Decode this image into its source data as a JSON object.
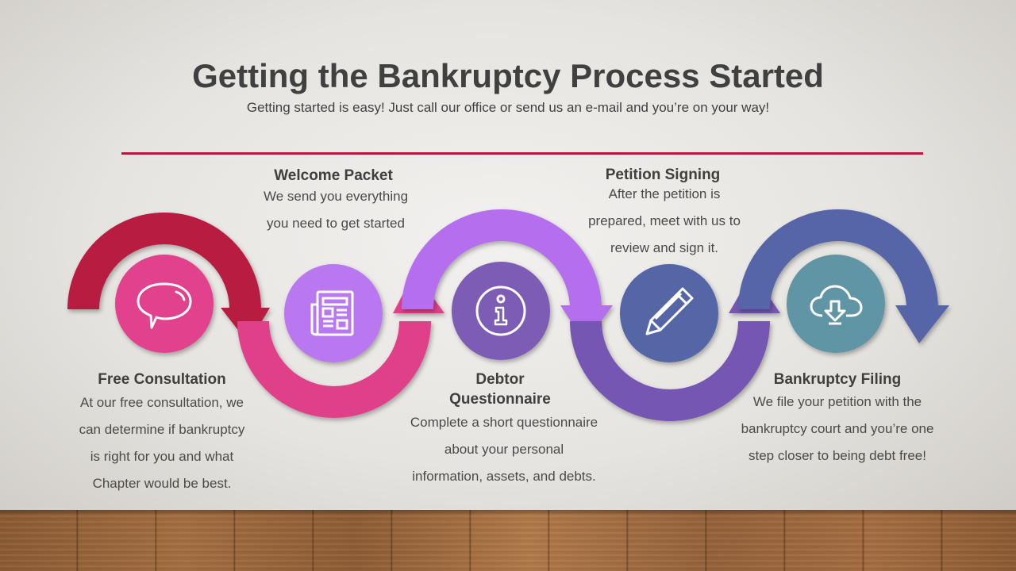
{
  "title": "Getting the Bankruptcy Process Started",
  "subtitle": "Getting started is easy! Just call our office or send us an e-mail and you’re on your way!",
  "colors": {
    "rule": "#b5193f",
    "step1_arrow": "#b81a40",
    "step1_circle": "#e2438d",
    "step2_arrow": "#e0418a",
    "step2_circle": "#b978ef",
    "step3_arrow": "#b56eee",
    "step3_circle": "#7b5cb4",
    "step4_arrow": "#7657b3",
    "step4_circle": "#5466a6",
    "step5_arrow": "#5765a8",
    "step5_circle": "#5f95a4"
  },
  "steps": [
    {
      "icon": "speech-bubble-icon",
      "heading": "Free Consultation",
      "lines": [
        "At our free consultation, we",
        "can determine if bankruptcy",
        "is right for you and what",
        "Chapter would be best."
      ]
    },
    {
      "icon": "newspaper-icon",
      "heading": "Welcome Packet",
      "lines": [
        "We send you everything",
        "you need to get started"
      ]
    },
    {
      "icon": "info-icon",
      "heading_lines": [
        "Debtor",
        "Questionnaire"
      ],
      "lines": [
        "Complete a short questionnaire",
        "about your personal",
        "information, assets, and debts."
      ]
    },
    {
      "icon": "pencil-icon",
      "heading": "Petition Signing",
      "lines": [
        "After the petition is",
        "prepared, meet with us to",
        "review and sign it."
      ]
    },
    {
      "icon": "cloud-download-icon",
      "heading": "Bankruptcy Filing",
      "lines": [
        "We file your petition with the",
        "bankruptcy court and you’re one",
        "step closer to being debt free!"
      ]
    }
  ]
}
